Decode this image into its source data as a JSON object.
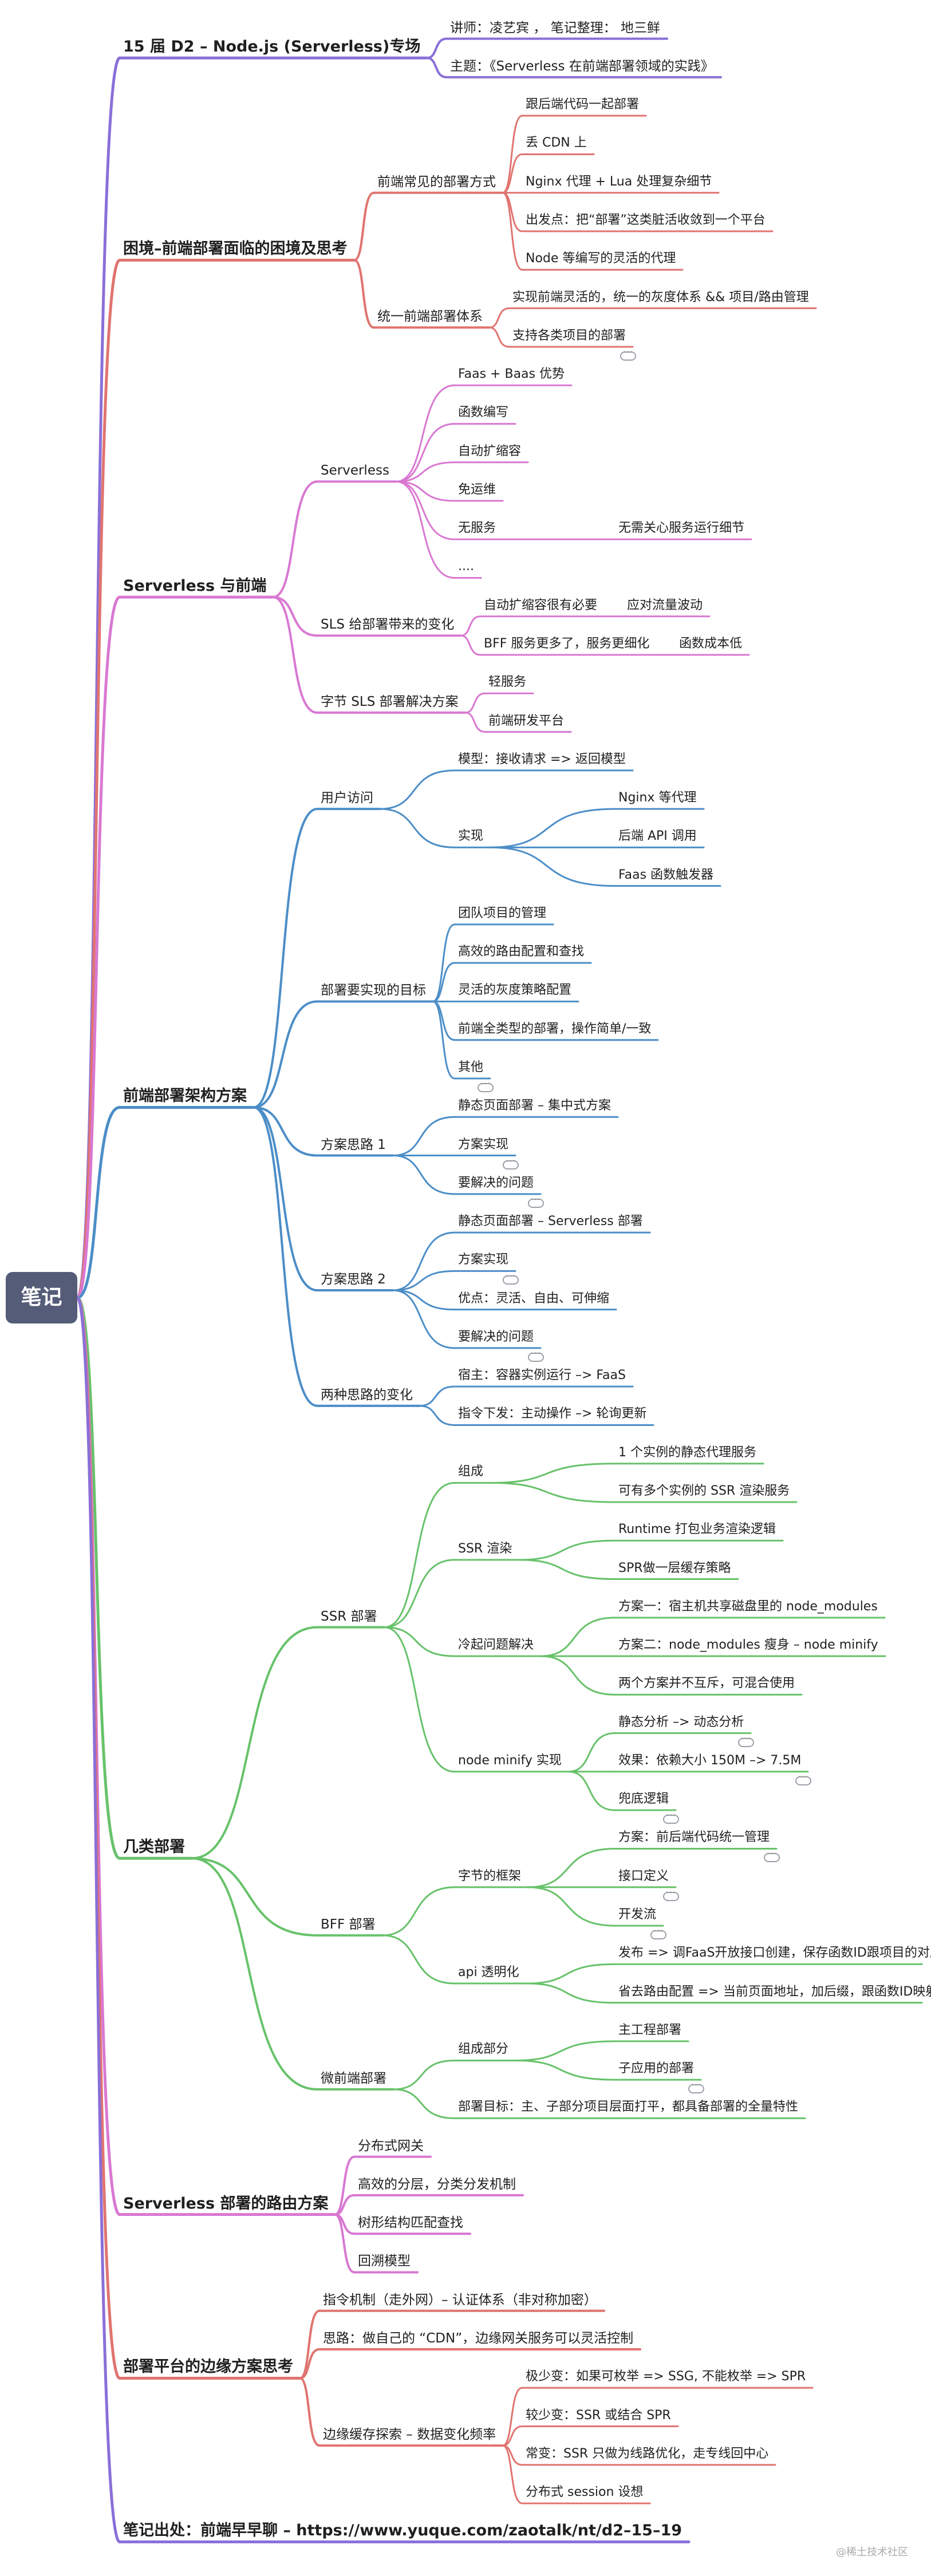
{
  "root": "笔记",
  "colors": {
    "purple": "#8a6fd8",
    "red": "#e07470",
    "pink": "#d978d2",
    "blue": "#4c8ec7",
    "green": "#67c26a"
  },
  "watermark": "@稀土技术社区",
  "tree": [
    {
      "text": "15 届 D2 – Node.js (Serverless)专场",
      "color": "purple",
      "children": [
        {
          "text": "讲师：凌艺宾 ， 笔记整理： 地三鲜"
        },
        {
          "text": "主题：《Serverless 在前端部署领域的实践》"
        }
      ]
    },
    {
      "text": "困境–前端部署面临的困境及思考",
      "color": "red",
      "children": [
        {
          "text": "前端常见的部署方式",
          "children": [
            {
              "text": "跟后端代码一起部署"
            },
            {
              "text": "丢 CDN 上"
            },
            {
              "text": "Nginx 代理 + Lua 处理复杂细节"
            },
            {
              "text": "出发点：把“部署”这类脏活收敛到一个平台"
            },
            {
              "text": "Node 等编写的灵活的代理"
            }
          ]
        },
        {
          "text": "统一前端部署体系",
          "children": [
            {
              "text": "实现前端灵活的，统一的灰度体系 && 项目/路由管理"
            },
            {
              "text": "支持各类项目的部署",
              "more": true
            }
          ]
        }
      ]
    },
    {
      "text": "Serverless 与前端",
      "color": "pink",
      "children": [
        {
          "text": "Serverless",
          "children": [
            {
              "text": "Faas + Baas 优势"
            },
            {
              "text": "函数编写"
            },
            {
              "text": "自动扩缩容"
            },
            {
              "text": "免运维"
            },
            {
              "text": "无服务",
              "children": [
                {
                  "text": "无需关心服务运行细节"
                }
              ]
            },
            {
              "text": "...."
            }
          ]
        },
        {
          "text": "SLS 给部署带来的变化",
          "children": [
            {
              "text": "自动扩缩容很有必要",
              "children": [
                {
                  "text": "应对流量波动"
                }
              ]
            },
            {
              "text": "BFF 服务更多了，服务更细化",
              "children": [
                {
                  "text": "函数成本低"
                }
              ]
            }
          ]
        },
        {
          "text": "字节 SLS 部署解决方案",
          "children": [
            {
              "text": "轻服务"
            },
            {
              "text": "前端研发平台"
            }
          ]
        }
      ]
    },
    {
      "text": "前端部署架构方案",
      "color": "blue",
      "children": [
        {
          "text": "用户访问",
          "children": [
            {
              "text": "模型：接收请求 => 返回模型"
            },
            {
              "text": "实现",
              "children": [
                {
                  "text": "Nginx 等代理"
                },
                {
                  "text": "后端 API 调用"
                },
                {
                  "text": "Faas 函数触发器"
                }
              ]
            }
          ]
        },
        {
          "text": "部署要实现的目标",
          "children": [
            {
              "text": "团队项目的管理"
            },
            {
              "text": "高效的路由配置和查找"
            },
            {
              "text": "灵活的灰度策略配置"
            },
            {
              "text": "前端全类型的部署，操作简单/一致"
            },
            {
              "text": "其他",
              "more": true
            }
          ]
        },
        {
          "text": "方案思路 1",
          "children": [
            {
              "text": "静态页面部署 – 集中式方案"
            },
            {
              "text": "方案实现",
              "more": true
            },
            {
              "text": "要解决的问题",
              "more": true
            }
          ]
        },
        {
          "text": "方案思路 2",
          "children": [
            {
              "text": "静态页面部署 – Serverless 部署"
            },
            {
              "text": "方案实现",
              "more": true
            },
            {
              "text": "优点：灵活、自由、可伸缩"
            },
            {
              "text": "要解决的问题",
              "more": true
            }
          ]
        },
        {
          "text": "两种思路的变化",
          "children": [
            {
              "text": "宿主：容器实例运行 –> FaaS"
            },
            {
              "text": "指令下发：主动操作 –> 轮询更新"
            }
          ]
        }
      ]
    },
    {
      "text": "几类部署",
      "color": "green",
      "children": [
        {
          "text": "SSR 部署",
          "children": [
            {
              "text": "组成",
              "children": [
                {
                  "text": "1 个实例的静态代理服务"
                },
                {
                  "text": "可有多个实例的 SSR 渲染服务"
                }
              ]
            },
            {
              "text": "SSR 渲染",
              "children": [
                {
                  "text": "Runtime 打包业务渲染逻辑"
                },
                {
                  "text": "SPR做一层缓存策略"
                }
              ]
            },
            {
              "text": "冷起问题解决",
              "children": [
                {
                  "text": "方案一：宿主机共享磁盘里的 node_modules"
                },
                {
                  "text": "方案二：node_modules 瘦身 – node minify"
                },
                {
                  "text": "两个方案并不互斥，可混合使用"
                }
              ]
            },
            {
              "text": "node minify 实现",
              "children": [
                {
                  "text": "静态分析 –> 动态分析",
                  "more": true
                },
                {
                  "text": "效果：依赖大小 150M –> 7.5M",
                  "more": true
                },
                {
                  "text": "兜底逻辑",
                  "more": true
                }
              ]
            }
          ]
        },
        {
          "text": "BFF 部署",
          "children": [
            {
              "text": "字节的框架",
              "children": [
                {
                  "text": "方案：前后端代码统一管理",
                  "more": true
                },
                {
                  "text": "接口定义",
                  "more": true
                },
                {
                  "text": "开发流",
                  "more": true
                }
              ]
            },
            {
              "text": "api 透明化",
              "children": [
                {
                  "text": "发布 => 调FaaS开放接口创建，保存函数ID跟项目的对应关系"
                },
                {
                  "text": "省去路由配置 => 当前页面地址，加后缀，跟函数ID映射",
                  "more": true
                }
              ]
            }
          ]
        },
        {
          "text": "微前端部署",
          "children": [
            {
              "text": "组成部分",
              "children": [
                {
                  "text": "主工程部署"
                },
                {
                  "text": "子应用的部署",
                  "more": true
                }
              ]
            },
            {
              "text": "部署目标：主、子部分项目层面打平，都具备部署的全量特性"
            }
          ]
        }
      ]
    },
    {
      "text": "Serverless 部署的路由方案",
      "color": "pink",
      "children": [
        {
          "text": "分布式网关"
        },
        {
          "text": "高效的分层，分类分发机制"
        },
        {
          "text": "树形结构匹配查找"
        },
        {
          "text": "回溯模型"
        }
      ]
    },
    {
      "text": "部署平台的边缘方案思考",
      "color": "red",
      "children": [
        {
          "text": "指令机制（走外网）– 认证体系（非对称加密）"
        },
        {
          "text": "思路：做自己的 “CDN”，边缘网关服务可以灵活控制"
        },
        {
          "text": "边缘缓存探索 – 数据变化频率",
          "children": [
            {
              "text": "极少变：如果可枚举 => SSG, 不能枚举 => SPR"
            },
            {
              "text": "较少变：SSR 或结合 SPR"
            },
            {
              "text": "常变：SSR 只做为线路优化，走专线回中心"
            },
            {
              "text": "分布式 session 设想"
            }
          ]
        }
      ]
    },
    {
      "text": "笔记出处：前端早早聊 – https://www.yuque.com/zaotalk/nt/d2–15–19",
      "color": "purple"
    }
  ]
}
